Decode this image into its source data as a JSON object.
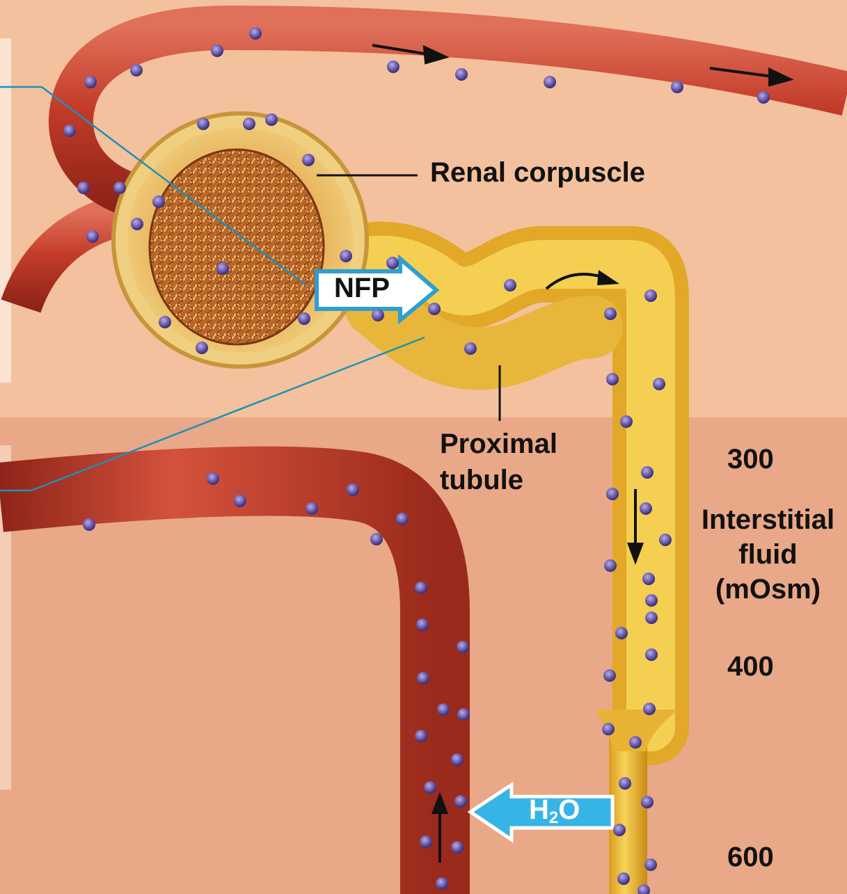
{
  "labels": {
    "renal_corpuscle": "Renal corpuscle",
    "proximal_line1": "Proximal",
    "proximal_line2": "tubule",
    "osm_300": "300",
    "osm_400": "400",
    "osm_600": "600",
    "interstitial_line1": "Interstitial",
    "interstitial_line2": "fluid",
    "interstitial_line3": "(mOsm)",
    "nfp": "NFP",
    "h2o_h": "H",
    "h2o_sub": "2",
    "h2o_o": "O"
  },
  "colors": {
    "cortex_background": "#f3c19e",
    "medulla_background": "#e9a888",
    "blood_vessel": "#c8402e",
    "tubule": "#f2c23a",
    "solute_dot": "#6f5fb0",
    "nfp_arrow": "#2d9fd0",
    "h2o_arrow": "#37b4e6",
    "leader_line_blue": "#1f8fb8"
  }
}
